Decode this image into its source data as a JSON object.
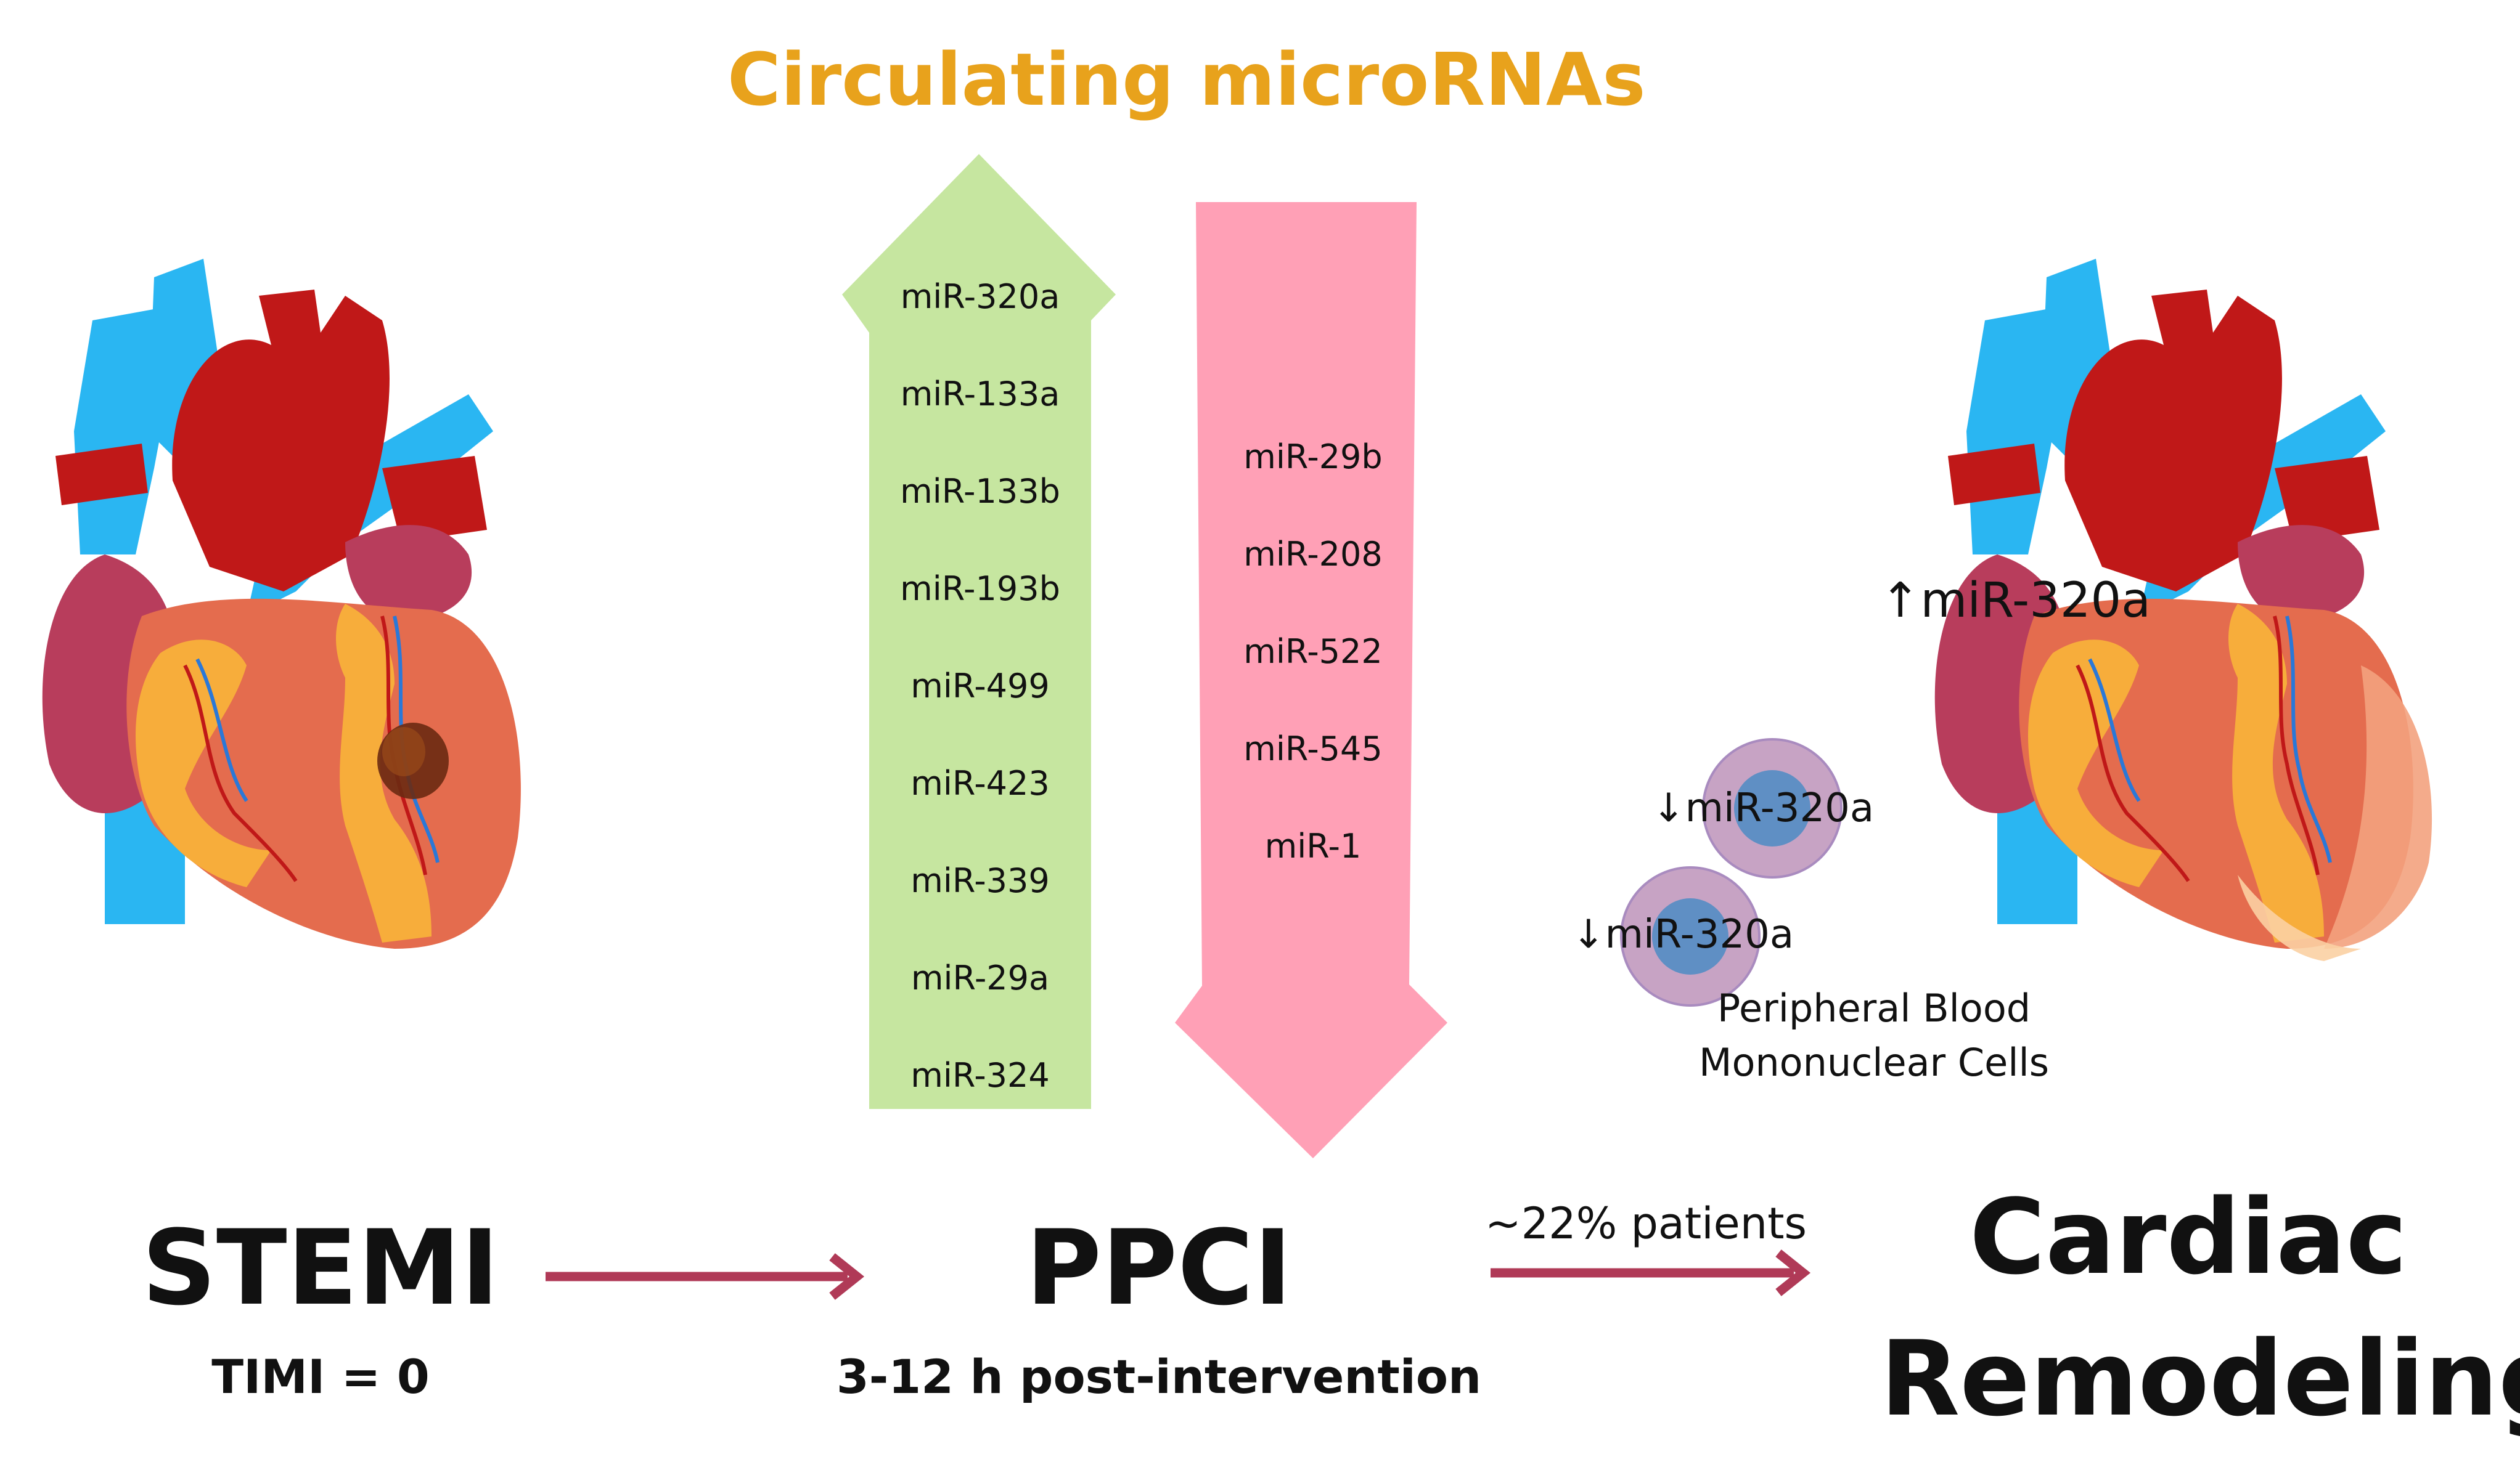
{
  "title": "Circulating microRNAs",
  "colors": {
    "title": "#e8a21c",
    "up_arrow": "#c6e6a0",
    "down_arrow": "#ffa0b6",
    "flow_arrow": "#b03a57",
    "vein": "#2ab6f2",
    "artery": "#c01818",
    "atrium": "#b83d5c",
    "myocardium": "#e46c4e",
    "fat": "#f7ad3b",
    "pbmc_outer": "#c7a3c4",
    "pbmc_inner": "#5f8fc4"
  },
  "upregulated": [
    "miR-320a",
    "miR-133a",
    "miR-133b",
    "miR-193b",
    "miR-499",
    "miR-423",
    "miR-339",
    "miR-29a",
    "miR-324"
  ],
  "downregulated": [
    "miR-29b",
    "miR-208",
    "miR-522",
    "miR-545",
    "miR-1"
  ],
  "stages": {
    "stemi": {
      "label": "STEMI",
      "sub": "TIMI = 0"
    },
    "ppci": {
      "label": "PPCI",
      "sub": "3-12 h post-intervention"
    },
    "transition_note": "~22% patients",
    "outcome": {
      "line1": "Cardiac",
      "line2": "Remodeling"
    }
  },
  "heart_note": "↑miR-320a",
  "pbmc": {
    "cell_labels": [
      "↓miR-320a",
      "↓miR-320a"
    ],
    "caption_line1": "Peripheral Blood",
    "caption_line2": "Mononuclear Cells"
  },
  "icons": [
    "heart-infarct-icon",
    "heart-remodeled-icon",
    "up-arrow-icon",
    "down-arrow-icon",
    "flow-arrow-icon",
    "pbmc-cell-icon"
  ]
}
